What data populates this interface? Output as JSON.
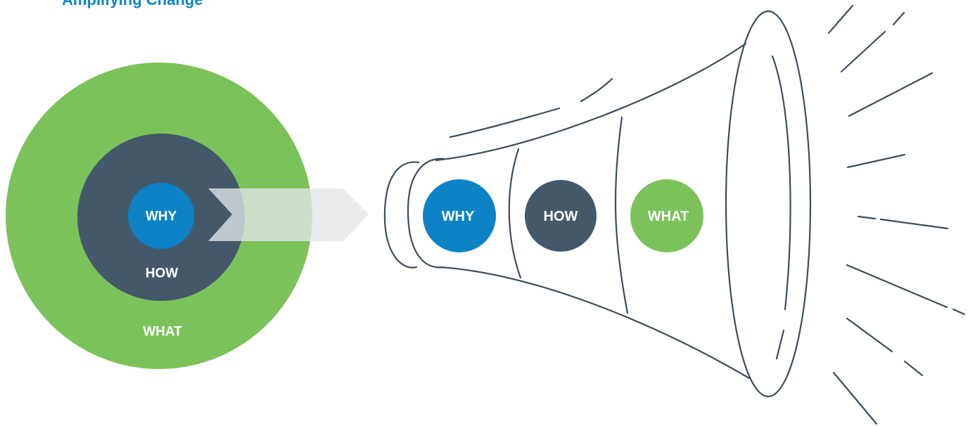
{
  "title": "Amplifying Change",
  "circles": {
    "why": "WHY",
    "how": "HOW",
    "what": "WHAT"
  },
  "megaphone": {
    "why": "WHY",
    "how": "HOW",
    "what": "WHAT"
  },
  "colors": {
    "title": "#0a86c7",
    "why": "#0d83c6",
    "how": "#435969",
    "what": "#7cc25a",
    "line": "#3b4d5c",
    "arrow": "#e3e6e8"
  },
  "icons": {
    "arrow": "chevron-arrow-icon",
    "megaphone": "megaphone-icon",
    "sound": "sound-lines-icon"
  }
}
